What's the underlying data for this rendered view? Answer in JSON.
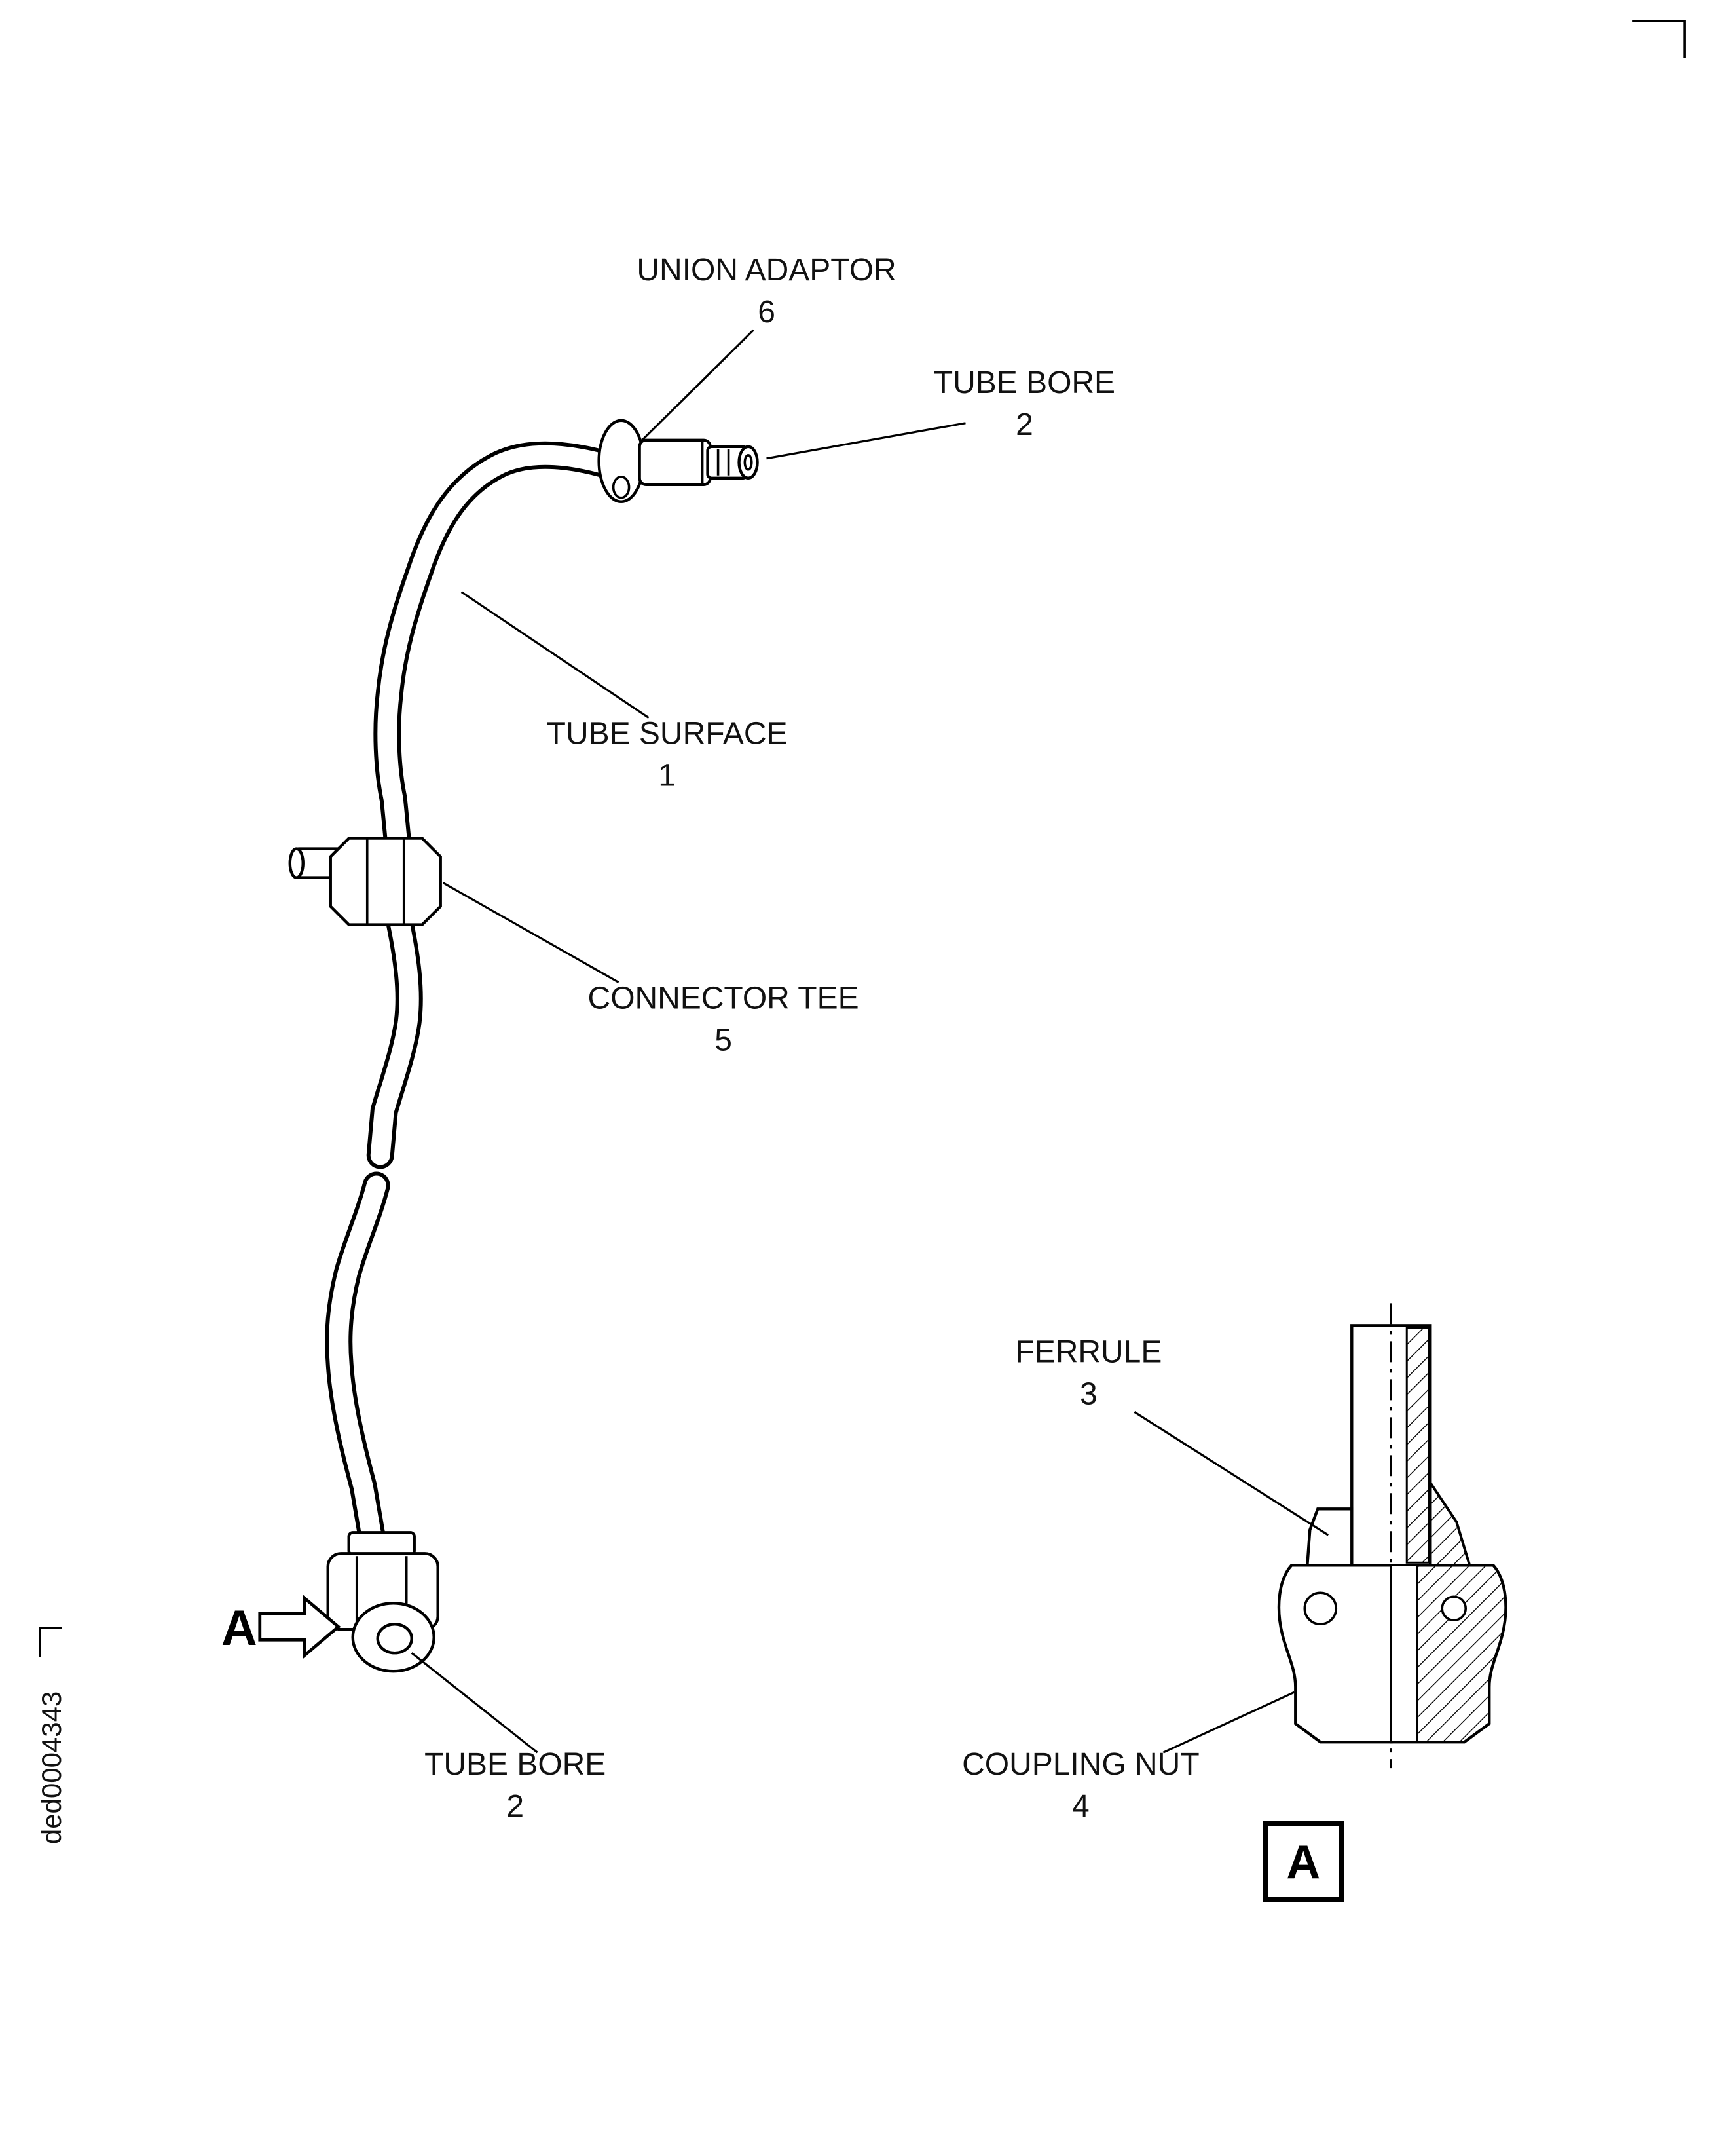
{
  "figure": {
    "background_color": "#ffffff",
    "line_color": "#000000",
    "doc_id": "ded0004343",
    "labels": {
      "union_adaptor": {
        "text": "UNION ADAPTOR",
        "number": "6"
      },
      "tube_bore_top": {
        "text": "TUBE BORE",
        "number": "2"
      },
      "tube_surface": {
        "text": "TUBE SURFACE",
        "number": "1"
      },
      "connector_tee": {
        "text": "CONNECTOR TEE",
        "number": "5"
      },
      "ferrule": {
        "text": "FERRULE",
        "number": "3"
      },
      "coupling_nut": {
        "text": "COUPLING NUT",
        "number": "4"
      },
      "tube_bore_bottom": {
        "text": "TUBE BORE",
        "number": "2"
      }
    },
    "detail": {
      "arrow_label": "A",
      "view_label": "A"
    }
  }
}
